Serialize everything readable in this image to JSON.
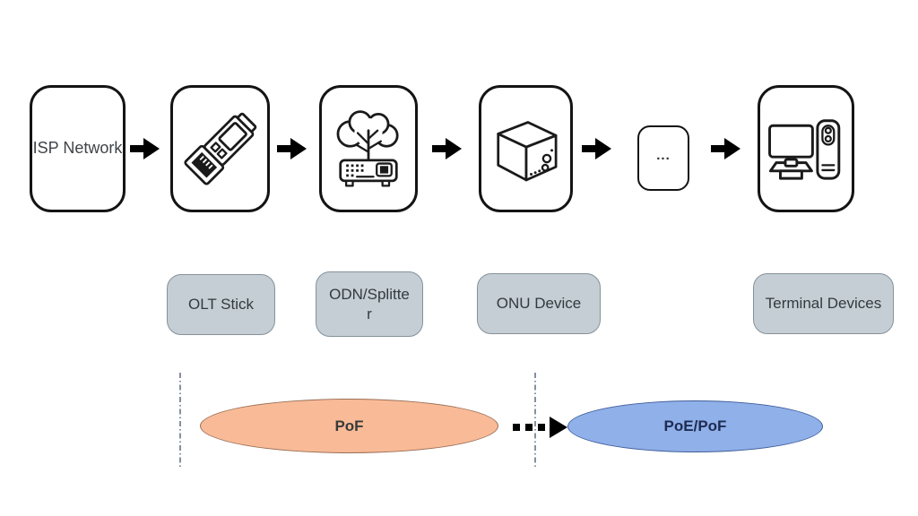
{
  "diagram": {
    "nodes": {
      "isp": {
        "label": "ISP Network"
      },
      "olt": {
        "icon": "sfp-transceiver-icon"
      },
      "odn": {
        "icon": "tree-splitter-icon"
      },
      "onu": {
        "icon": "cube-icon"
      },
      "ellipsis": {
        "label": "..."
      },
      "terminal": {
        "icon": "desktop-computer-icon"
      }
    },
    "stage_labels": {
      "olt": "OLT Stick",
      "odn": "ODN/Splitter",
      "onu": "ONU Device",
      "terminal": "Terminal Devices"
    },
    "power_zones": {
      "pof": {
        "label": "PoF",
        "fill": "#F9BB97",
        "border": "#9A6F57",
        "text_color": "#3A3A3A"
      },
      "poe_pof": {
        "label": "PoE/PoF",
        "fill": "#90B0EA",
        "border": "#3F5D99",
        "text_color": "#1E2C52"
      }
    },
    "colors": {
      "background": "#FFFFFF",
      "node_border": "#141414",
      "arrow": "#000000",
      "stage_label_fill": "#C5CED4",
      "stage_label_border": "#85929B",
      "stage_label_text": "#333A3F",
      "divider_line": "#44546A"
    }
  }
}
